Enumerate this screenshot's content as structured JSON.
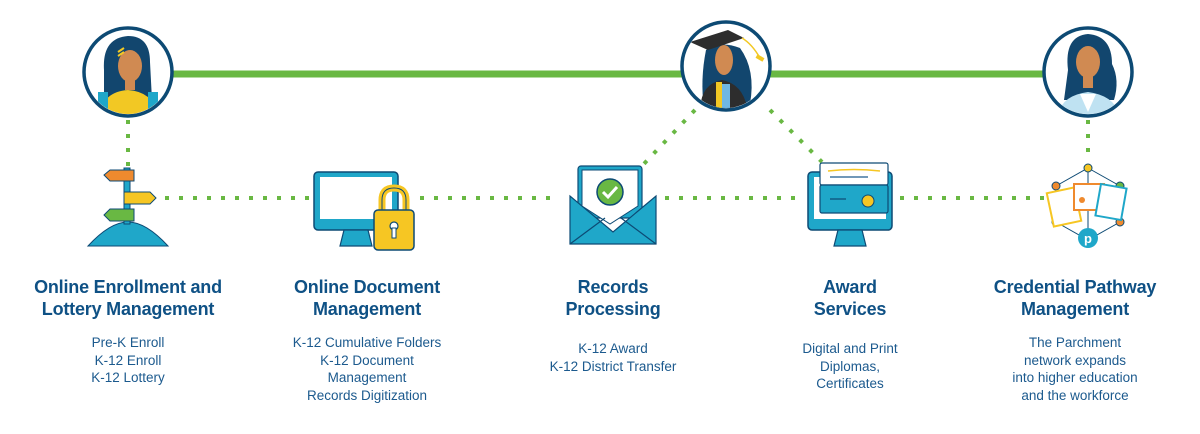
{
  "colors": {
    "timeline_green": "#69b843",
    "dots_green": "#69b843",
    "heading_blue": "#0f5185",
    "text_blue": "#1c5a8e",
    "icon_teal": "#1fa7c9",
    "icon_yellow": "#f6c623",
    "ring_navy": "#0d4a74"
  },
  "personas": [
    {
      "name": "student-avatar",
      "icon": "girl-with-backpack"
    },
    {
      "name": "graduate-avatar",
      "icon": "graduate-with-cap"
    },
    {
      "name": "professional-avatar",
      "icon": "woman-in-blazer"
    }
  ],
  "stages": [
    {
      "icon": "signpost-icon",
      "title": [
        "Online Enrollment and",
        "Lottery Management"
      ],
      "items": [
        "Pre-K Enroll",
        "K-12 Enroll",
        "K-12 Lottery"
      ]
    },
    {
      "icon": "monitor-lock-icon",
      "title": [
        "Online Document",
        "Management"
      ],
      "items": [
        "K-12 Cumulative Folders",
        "K-12 Document",
        "Management",
        "Records Digitization"
      ]
    },
    {
      "icon": "envelope-check-icon",
      "title": [
        "Records",
        "Processing"
      ],
      "items": [
        "K-12 Award",
        "K-12 District Transfer"
      ]
    },
    {
      "icon": "monitor-certificate-icon",
      "title": [
        "Award",
        "Services"
      ],
      "items": [
        "Digital and Print",
        "Diplomas,",
        "Certificates"
      ]
    },
    {
      "icon": "credential-network-icon",
      "title": [
        "Credential Pathway",
        "Management"
      ],
      "items": [
        "The Parchment",
        "network expands",
        "into higher education",
        "and the workforce"
      ],
      "logo_letter": "p"
    }
  ]
}
